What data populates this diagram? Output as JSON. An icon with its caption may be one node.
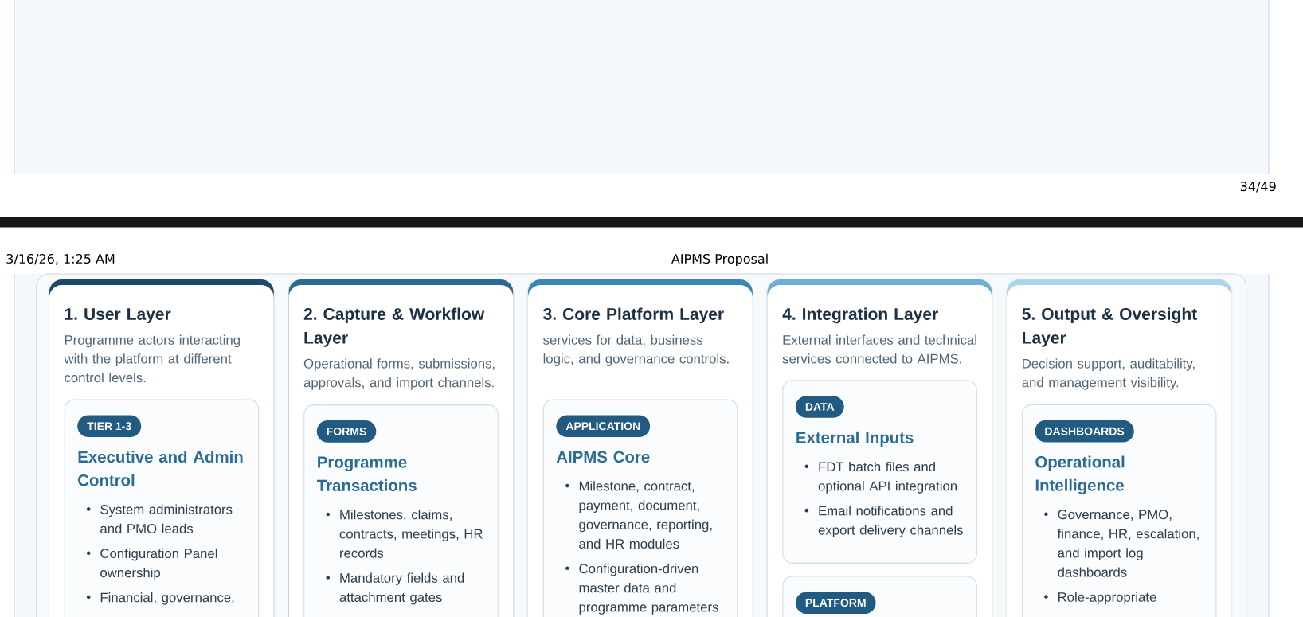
{
  "diagram": {
    "nodes": [
      {
        "text": [
          "1. User Layer",
          "Programme actors interacting with the platform at different control levels."
        ]
      },
      {
        "text": [
          "Executive and Admin Control",
          "System administrators and PMO leads",
          "Configuration Panel ownership",
          "Financial, governance,"
        ],
        "in": 0
      },
      {
        "text": [
          "TIER 1-3"
        ],
        "in": 1
      },
      {
        "text": [
          "2. Capture & Workflow Layer",
          "Operational forms, submissions, approvals, and import channels."
        ]
      },
      {
        "text": [
          "Programme Transactions",
          "Milestones, claims, contracts, meetings, HR records",
          "Mandatory fields and attachment gates"
        ],
        "in": 3
      },
      {
        "text": [
          "FORMS"
        ],
        "in": 4
      },
      {
        "text": [
          "3. Core Platform Layer",
          "services for data, business logic, and governance controls."
        ]
      },
      {
        "text": [
          "AIPMS Core",
          "Milestone, contract, payment, document, governance, reporting, and HR modules",
          "Configuration-driven master data and programme parameters"
        ],
        "in": 6
      },
      {
        "text": [
          "APPLICATION"
        ],
        "in": 7
      },
      {
        "text": [
          "4. Integration Layer",
          "External interfaces and technical services connected to AIPMS."
        ]
      },
      {
        "text": [
          "External Inputs",
          "FDT batch files and optional API integration",
          "Email notifications and export delivery channels"
        ],
        "in": 9
      },
      {
        "text": [
          "DATA"
        ],
        "in": 10
      },
      {
        "text": [],
        "shape": "box",
        "in": 9
      },
      {
        "text": [
          "PLATFORM"
        ],
        "in": 12
      },
      {
        "text": [
          "5. Output & Oversight Layer",
          "Decision support, auditability, and management visibility."
        ]
      },
      {
        "text": [
          "Operational Intelligence",
          "Governance, PMO, finance, HR, escalation, and import log dashboards",
          "Role-appropriate"
        ],
        "in": 14
      },
      {
        "text": [
          "DASHBOARDS"
        ],
        "in": 15
      }
    ],
    "labels": [
      "34/49",
      "3/16/26, 1:25 AM",
      "AIPMS Proposal"
    ]
  }
}
